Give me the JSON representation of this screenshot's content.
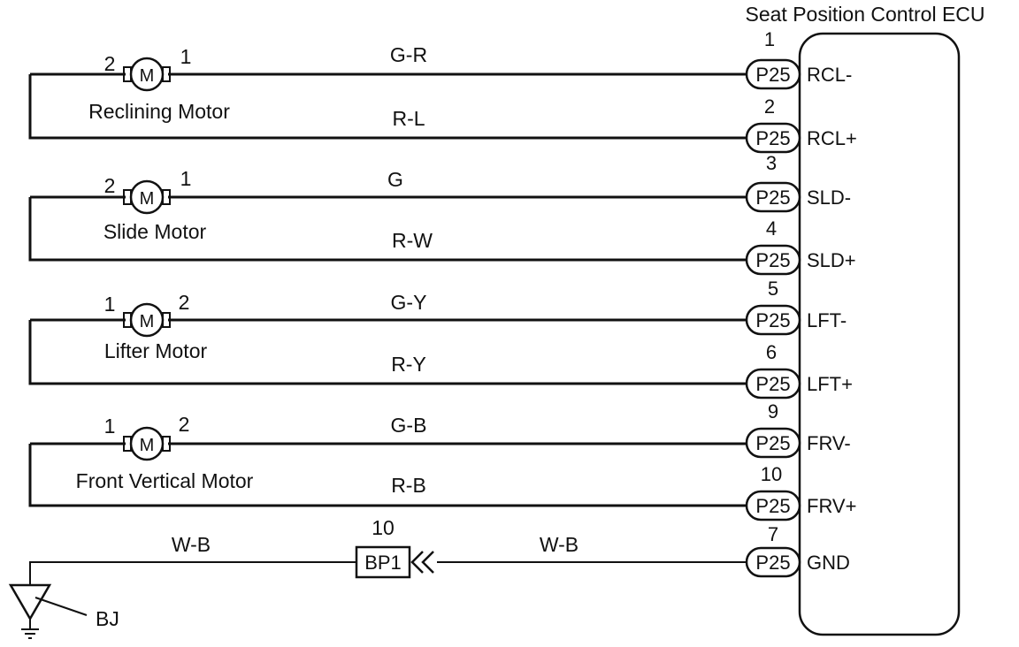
{
  "ecu": {
    "title": "Seat Position Control ECU",
    "connector": "P25"
  },
  "motors": [
    {
      "name": "Reclining Motor",
      "left_pin": "2",
      "right_pin": "1",
      "top_wire": "G-R",
      "bottom_wire": "R-L",
      "top_ecu_pin": "1",
      "top_terminal": "RCL-",
      "bottom_ecu_pin": "2",
      "bottom_terminal": "RCL+"
    },
    {
      "name": "Slide Motor",
      "left_pin": "2",
      "right_pin": "1",
      "top_wire": "G",
      "bottom_wire": "R-W",
      "top_ecu_pin": "3",
      "top_terminal": "SLD-",
      "bottom_ecu_pin": "4",
      "bottom_terminal": "SLD+"
    },
    {
      "name": "Lifter Motor",
      "left_pin": "1",
      "right_pin": "2",
      "top_wire": "G-Y",
      "bottom_wire": "R-Y",
      "top_ecu_pin": "5",
      "top_terminal": "LFT-",
      "bottom_ecu_pin": "6",
      "bottom_terminal": "LFT+"
    },
    {
      "name": "Front Vertical Motor",
      "left_pin": "1",
      "right_pin": "2",
      "top_wire": "G-B",
      "bottom_wire": "R-B",
      "top_ecu_pin": "9",
      "top_terminal": "FRV-",
      "bottom_ecu_pin": "10",
      "bottom_terminal": "FRV+"
    }
  ],
  "ground": {
    "ecu_pin": "7",
    "terminal": "GND",
    "wire_right": "W-B",
    "wire_left": "W-B",
    "junction": "BP1",
    "junction_pin": "10",
    "ground_point": "BJ"
  },
  "motor_symbol": "M"
}
